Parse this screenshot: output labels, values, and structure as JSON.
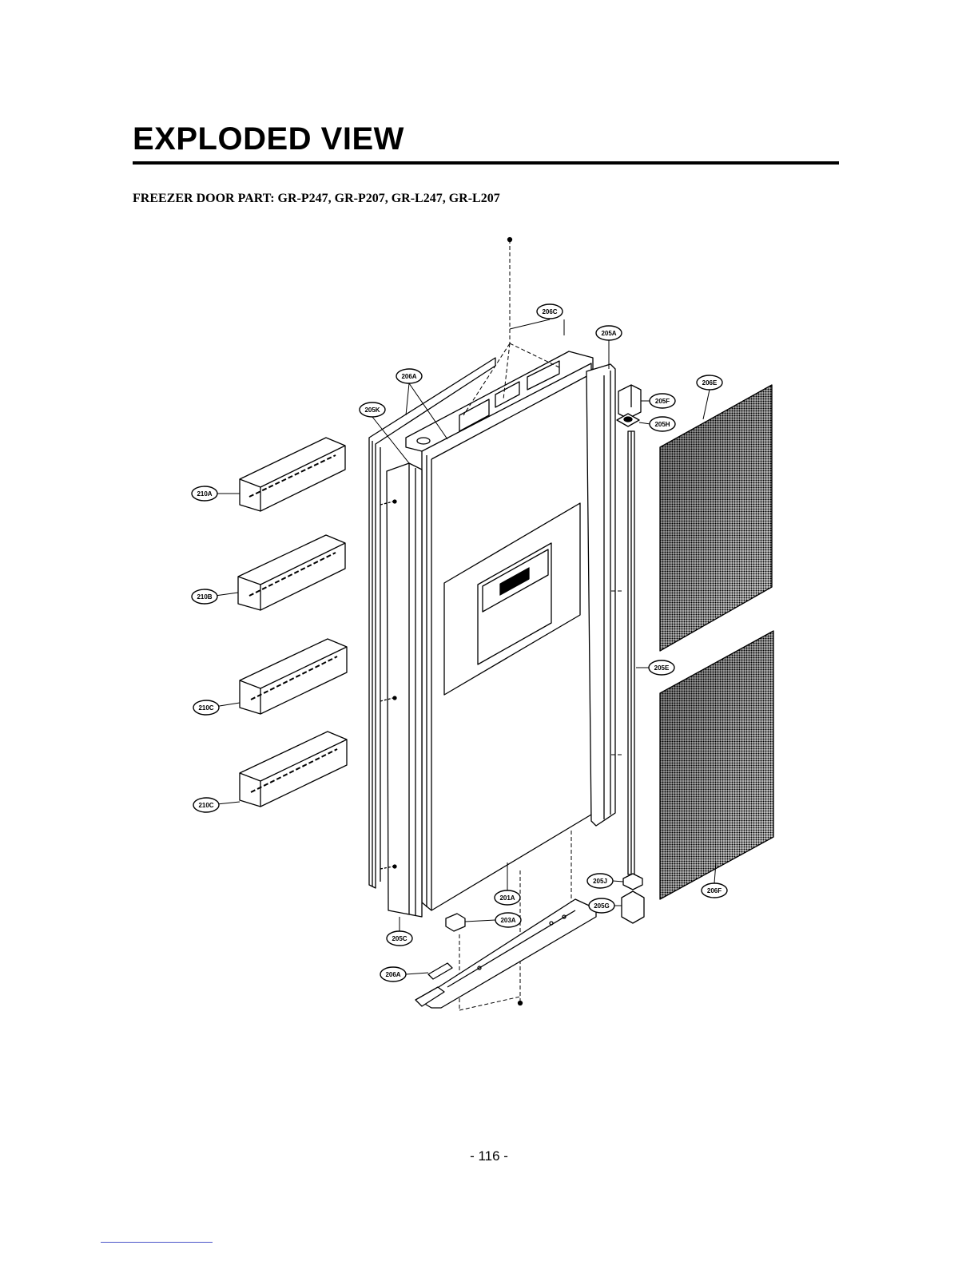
{
  "header": {
    "title": "EXPLODED VIEW",
    "subtitle": "FREEZER DOOR PART: GR-P247, GR-P207, GR-L247, GR-L207"
  },
  "callouts": {
    "c206C": "206C",
    "c205A": "205A",
    "c206A_top": "206A",
    "c205K": "205K",
    "c206E": "206E",
    "c205F": "205F",
    "c205H": "205H",
    "c210A": "210A",
    "c210B": "210B",
    "c210C_1": "210C",
    "c210C_2": "210C",
    "c205E": "205E",
    "c205J": "205J",
    "c205G": "205G",
    "c201A": "201A",
    "c203A": "203A",
    "c205C": "205C",
    "c206F": "206F",
    "c206A_bottom": "206A"
  },
  "footer": {
    "page_number": "- 116 -"
  }
}
